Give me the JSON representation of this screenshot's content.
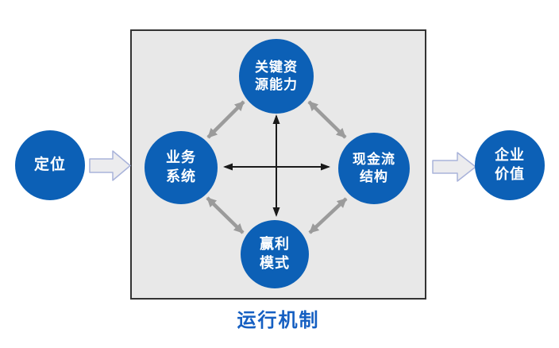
{
  "diagram": {
    "caption": "运行机制",
    "nodes": {
      "positioning": {
        "label": "定位"
      },
      "key_resources": {
        "label": "关键资\n源能力"
      },
      "business_system": {
        "label": "业务\n系统"
      },
      "cashflow_structure": {
        "label": "现金流\n结构"
      },
      "profit_model": {
        "label": "赢利\n模式"
      },
      "enterprise_value": {
        "label": "企业\n价值"
      }
    }
  },
  "colors": {
    "background": "#ffffff",
    "node_blue": "#0c60b6",
    "node_text": "#ffffff",
    "caption_blue": "#155fc2",
    "box_fill": "#e8e8e8",
    "box_border": "#333333",
    "gray_arrow": "#9b9b9b",
    "black_arrow": "#1a1a1a",
    "block_arrow_fill": "#ececee",
    "block_arrow_stroke": "#a9b3da"
  }
}
